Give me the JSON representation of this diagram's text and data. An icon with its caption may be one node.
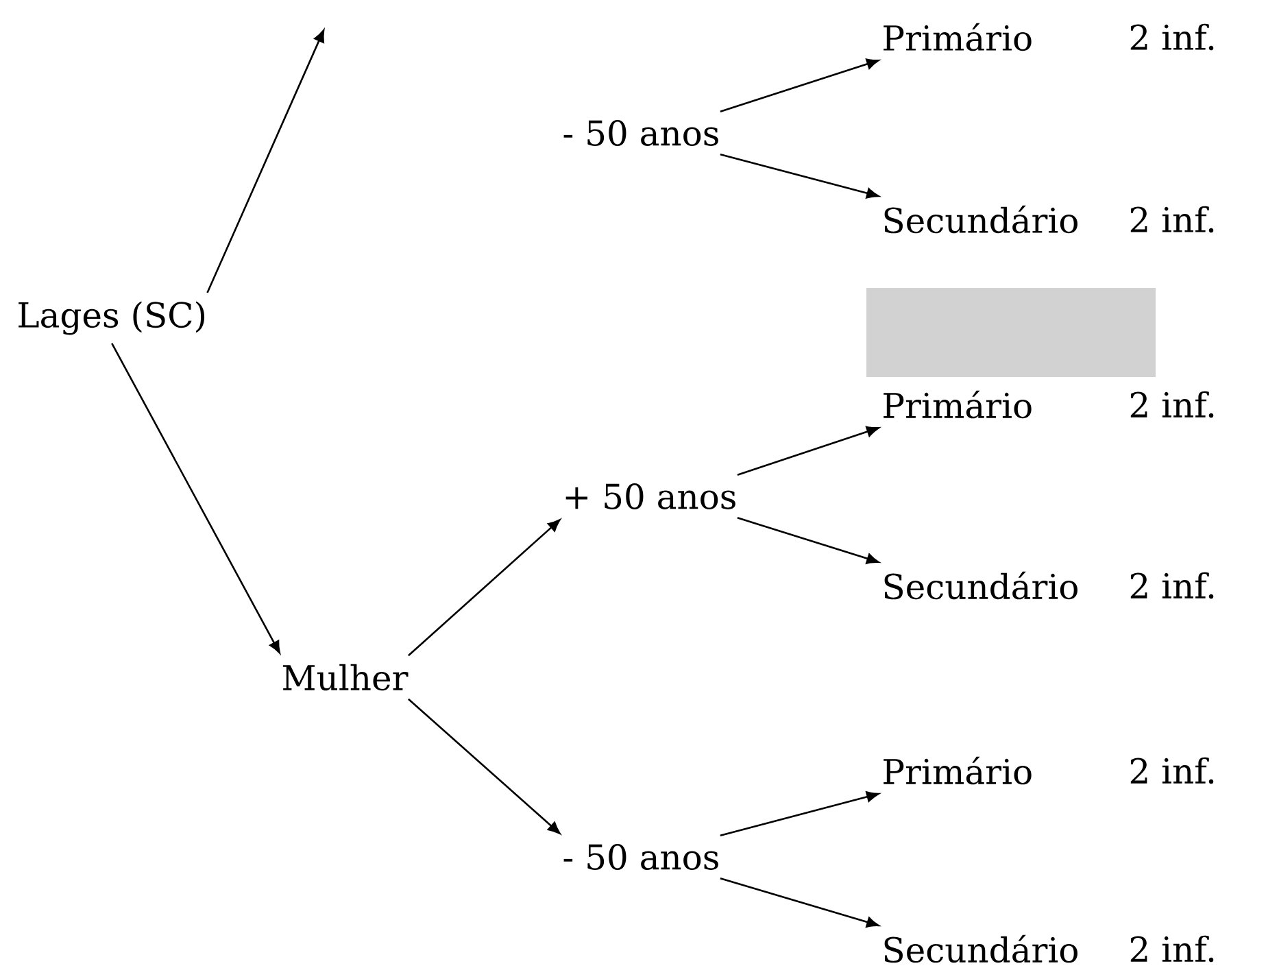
{
  "diagram": {
    "nodes": [
      {
        "text": [
          "Lages (SC)"
        ]
      },
      {
        "text": [
          "- 50 anos"
        ]
      },
      {
        "text": [
          "Primário"
        ],
        "beside": [
          "2 inf."
        ]
      },
      {
        "text": [
          "Secundário"
        ],
        "beside": [
          "2 inf."
        ]
      },
      {
        "text": [],
        "shape": "box"
      },
      {
        "text": [
          "Primário"
        ],
        "beside": [
          "2 inf."
        ]
      },
      {
        "text": [
          "+ 50 anos"
        ]
      },
      {
        "text": [
          "Secundário"
        ],
        "beside": [
          "2 inf."
        ]
      },
      {
        "text": [
          "Mulher"
        ]
      },
      {
        "text": [
          "- 50 anos"
        ]
      },
      {
        "text": [
          "Primário"
        ],
        "beside": [
          "2 inf."
        ]
      },
      {
        "text": [
          "Secundário"
        ],
        "beside": [
          "2 inf."
        ]
      }
    ],
    "edges": [
      {
        "from": 0,
        "to": null,
        "arrow": "to"
      },
      {
        "from": 1,
        "to": 2,
        "arrow": "to"
      },
      {
        "from": 1,
        "to": 3,
        "arrow": "to"
      },
      {
        "from": 0,
        "to": 8,
        "arrow": "to"
      },
      {
        "from": 8,
        "to": 6,
        "arrow": "to"
      },
      {
        "from": 6,
        "to": 5,
        "arrow": "to"
      },
      {
        "from": 6,
        "to": 7,
        "arrow": "to"
      },
      {
        "from": 8,
        "to": 9,
        "arrow": "to"
      },
      {
        "from": 9,
        "to": 10,
        "arrow": "to"
      },
      {
        "from": 9,
        "to": 11,
        "arrow": "to"
      }
    ]
  }
}
